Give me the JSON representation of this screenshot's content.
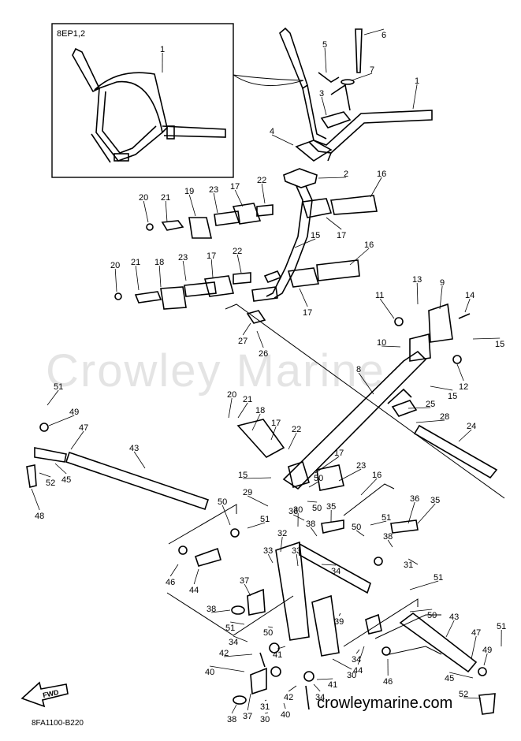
{
  "watermark": "Crowley Marine",
  "website": "crowleymarine.com",
  "diagram_code": "8FA1100-B220",
  "inset_label": "8EP1,2",
  "fwd_label": "FWD",
  "callouts": [
    {
      "id": "c1a",
      "num": "1"
    },
    {
      "id": "c1b",
      "num": "1"
    },
    {
      "id": "c2",
      "num": "2"
    },
    {
      "id": "c3",
      "num": "3"
    },
    {
      "id": "c4",
      "num": "4"
    },
    {
      "id": "c5",
      "num": "5"
    },
    {
      "id": "c6",
      "num": "6"
    },
    {
      "id": "c7",
      "num": "7"
    },
    {
      "id": "c8",
      "num": "8"
    },
    {
      "id": "c9",
      "num": "9"
    },
    {
      "id": "c10",
      "num": "10"
    },
    {
      "id": "c11",
      "num": "11"
    },
    {
      "id": "c12",
      "num": "12"
    },
    {
      "id": "c13",
      "num": "13"
    },
    {
      "id": "c14",
      "num": "14"
    },
    {
      "id": "c15a",
      "num": "15"
    },
    {
      "id": "c15b",
      "num": "15"
    },
    {
      "id": "c15c",
      "num": "15"
    },
    {
      "id": "c15d",
      "num": "15"
    },
    {
      "id": "c16a",
      "num": "16"
    },
    {
      "id": "c16b",
      "num": "16"
    },
    {
      "id": "c16c",
      "num": "16"
    },
    {
      "id": "c17a",
      "num": "17"
    },
    {
      "id": "c17b",
      "num": "17"
    },
    {
      "id": "c17c",
      "num": "17"
    },
    {
      "id": "c17d",
      "num": "17"
    },
    {
      "id": "c17e",
      "num": "17"
    },
    {
      "id": "c17f",
      "num": "17"
    },
    {
      "id": "c18a",
      "num": "18"
    },
    {
      "id": "c18b",
      "num": "18"
    },
    {
      "id": "c19",
      "num": "19"
    },
    {
      "id": "c20a",
      "num": "20"
    },
    {
      "id": "c20b",
      "num": "20"
    },
    {
      "id": "c20c",
      "num": "20"
    },
    {
      "id": "c21a",
      "num": "21"
    },
    {
      "id": "c21b",
      "num": "21"
    },
    {
      "id": "c21c",
      "num": "21"
    },
    {
      "id": "c22a",
      "num": "22"
    },
    {
      "id": "c22b",
      "num": "22"
    },
    {
      "id": "c22c",
      "num": "22"
    },
    {
      "id": "c23a",
      "num": "23"
    },
    {
      "id": "c23b",
      "num": "23"
    },
    {
      "id": "c23c",
      "num": "23"
    },
    {
      "id": "c24",
      "num": "24"
    },
    {
      "id": "c25",
      "num": "25"
    },
    {
      "id": "c26",
      "num": "26"
    },
    {
      "id": "c27",
      "num": "27"
    },
    {
      "id": "c28",
      "num": "28"
    },
    {
      "id": "c29",
      "num": "29"
    },
    {
      "id": "c30a",
      "num": "30"
    },
    {
      "id": "c30b",
      "num": "30"
    },
    {
      "id": "c30c",
      "num": "30"
    },
    {
      "id": "c31a",
      "num": "31"
    },
    {
      "id": "c31b",
      "num": "31"
    },
    {
      "id": "c32",
      "num": "32"
    },
    {
      "id": "c33a",
      "num": "33"
    },
    {
      "id": "c33b",
      "num": "33"
    },
    {
      "id": "c34a",
      "num": "34"
    },
    {
      "id": "c34b",
      "num": "34"
    },
    {
      "id": "c34c",
      "num": "34"
    },
    {
      "id": "c34d",
      "num": "34"
    },
    {
      "id": "c35a",
      "num": "35"
    },
    {
      "id": "c35b",
      "num": "35"
    },
    {
      "id": "c36a",
      "num": "36"
    },
    {
      "id": "c36b",
      "num": "36"
    },
    {
      "id": "c37a",
      "num": "37"
    },
    {
      "id": "c37b",
      "num": "37"
    },
    {
      "id": "c38a",
      "num": "38"
    },
    {
      "id": "c38b",
      "num": "38"
    },
    {
      "id": "c38c",
      "num": "38"
    },
    {
      "id": "c38d",
      "num": "38"
    },
    {
      "id": "c39",
      "num": "39"
    },
    {
      "id": "c40a",
      "num": "40"
    },
    {
      "id": "c40b",
      "num": "40"
    },
    {
      "id": "c41a",
      "num": "41"
    },
    {
      "id": "c41b",
      "num": "41"
    },
    {
      "id": "c42a",
      "num": "42"
    },
    {
      "id": "c42b",
      "num": "42"
    },
    {
      "id": "c43a",
      "num": "43"
    },
    {
      "id": "c43b",
      "num": "43"
    },
    {
      "id": "c44a",
      "num": "44"
    },
    {
      "id": "c44b",
      "num": "44"
    },
    {
      "id": "c45a",
      "num": "45"
    },
    {
      "id": "c45b",
      "num": "45"
    },
    {
      "id": "c46a",
      "num": "46"
    },
    {
      "id": "c46b",
      "num": "46"
    },
    {
      "id": "c47a",
      "num": "47"
    },
    {
      "id": "c47b",
      "num": "47"
    },
    {
      "id": "c48",
      "num": "48"
    },
    {
      "id": "c49a",
      "num": "49"
    },
    {
      "id": "c49b",
      "num": "49"
    },
    {
      "id": "c50a",
      "num": "50"
    },
    {
      "id": "c50b",
      "num": "50"
    },
    {
      "id": "c50c",
      "num": "50"
    },
    {
      "id": "c50d",
      "num": "50"
    },
    {
      "id": "c50e",
      "num": "50"
    },
    {
      "id": "c50f",
      "num": "50"
    },
    {
      "id": "c51a",
      "num": "51"
    },
    {
      "id": "c51b",
      "num": "51"
    },
    {
      "id": "c51c",
      "num": "51"
    },
    {
      "id": "c51d",
      "num": "51"
    },
    {
      "id": "c51e",
      "num": "51"
    },
    {
      "id": "c51f",
      "num": "51"
    },
    {
      "id": "c52a",
      "num": "52"
    },
    {
      "id": "c52b",
      "num": "52"
    }
  ]
}
